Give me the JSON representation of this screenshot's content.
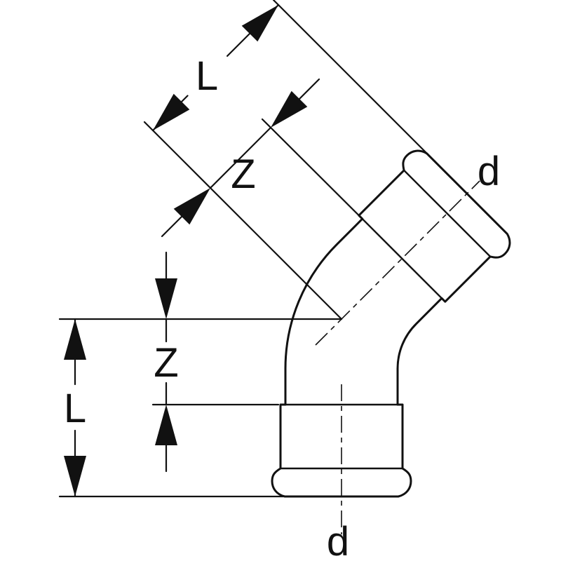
{
  "diagram": {
    "title": "Dimensional drawing of a 45-degree press-fit elbow pipe fitting",
    "labels": {
      "dim_L_inclined": "L",
      "dim_Z_inclined": "Z",
      "dim_Z_vertical": "Z",
      "dim_L_vertical": "L",
      "diameter_top": "d",
      "diameter_bottom": "d"
    },
    "colors": {
      "line": "#111111",
      "background": "#ffffff"
    }
  }
}
